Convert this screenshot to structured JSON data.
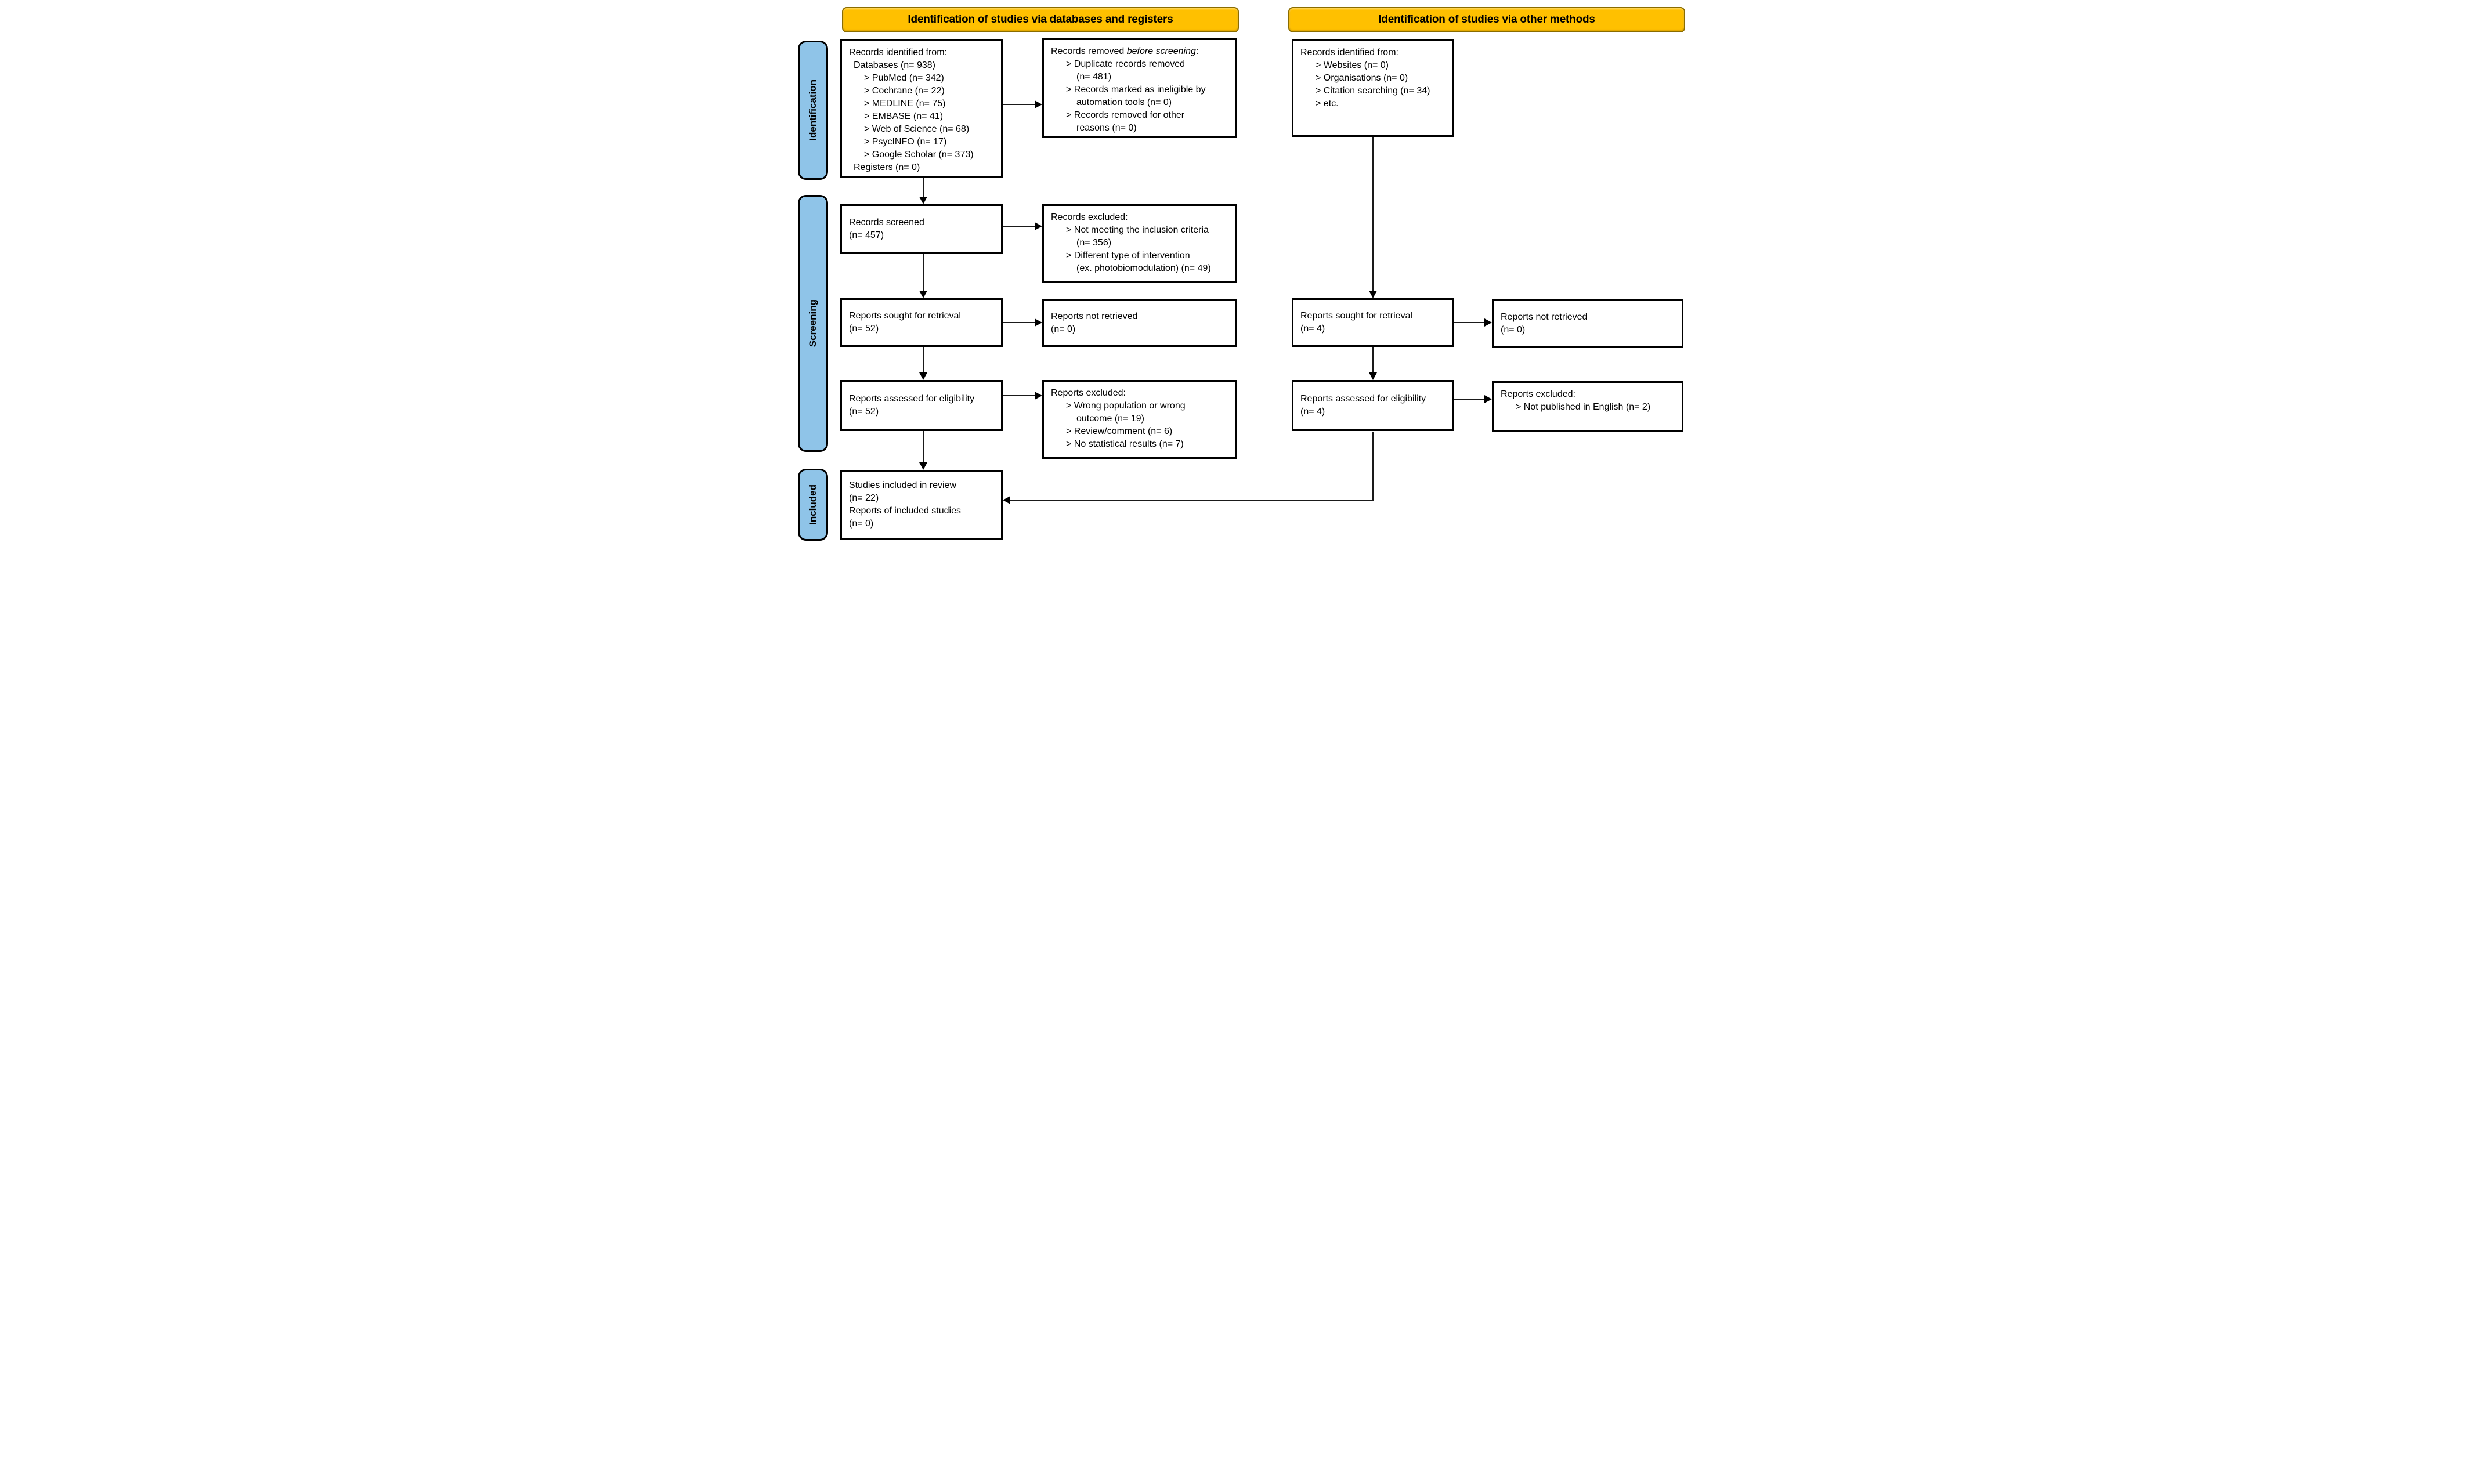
{
  "headers": {
    "left": "Identification of studies via databases and registers",
    "right": "Identification of studies via other methods"
  },
  "stages": {
    "identification": "Identification",
    "screening": "Screening",
    "included": "Included"
  },
  "colors": {
    "header_bg": "#FFC000",
    "header_border": "#8a6c00",
    "stage_bg": "#8FC4E8",
    "box_border": "#000000",
    "arrow": "#1a1a1a"
  },
  "boxes": {
    "db_identified": {
      "lines": [
        {
          "text": "Records identified from:",
          "indent": 0
        },
        {
          "text": "Databases (n= 938)",
          "indent": 1
        },
        {
          "text": "> PubMed (n= 342)",
          "indent": 2
        },
        {
          "text": "> Cochrane (n= 22)",
          "indent": 2
        },
        {
          "text": "> MEDLINE (n= 75)",
          "indent": 2
        },
        {
          "text": "> EMBASE (n= 41)",
          "indent": 2
        },
        {
          "text": "> Web of Science (n= 68)",
          "indent": 2
        },
        {
          "text": "> PsycINFO (n= 17)",
          "indent": 2
        },
        {
          "text": "> Google Scholar (n= 373)",
          "indent": 2
        },
        {
          "text": "Registers (n= 0)",
          "indent": 1
        }
      ]
    },
    "removed_before_screening": {
      "lines": [
        {
          "text": "Records removed before screening:",
          "italic": "before screening",
          "indent": 0
        },
        {
          "text": "> Duplicate records removed",
          "indent": 2
        },
        {
          "text": "(n= 481)",
          "indent": 3
        },
        {
          "text": "> Records marked as ineligible by",
          "indent": 2
        },
        {
          "text": "automation tools (n= 0)",
          "indent": 3
        },
        {
          "text": "> Records removed for other",
          "indent": 2
        },
        {
          "text": "reasons (n= 0)",
          "indent": 3
        }
      ]
    },
    "other_identified": {
      "lines": [
        {
          "text": "Records identified from:",
          "indent": 0
        },
        {
          "text": "> Websites (n= 0)",
          "indent": 2
        },
        {
          "text": "> Organisations (n= 0)",
          "indent": 2
        },
        {
          "text": "> Citation searching (n= 34)",
          "indent": 2
        },
        {
          "text": "> etc.",
          "indent": 2
        }
      ]
    },
    "records_screened": {
      "lines": [
        {
          "text": "Records screened",
          "indent": 0
        },
        {
          "text": "(n= 457)",
          "indent": 0
        }
      ]
    },
    "records_excluded": {
      "lines": [
        {
          "text": "Records excluded:",
          "indent": 0
        },
        {
          "text": "> Not meeting the inclusion criteria",
          "indent": 2
        },
        {
          "text": "(n= 356)",
          "indent": 3
        },
        {
          "text": "> Different type of intervention",
          "indent": 2
        },
        {
          "text": "(ex. photobiomodulation) (n= 49)",
          "indent": 3
        }
      ]
    },
    "reports_sought_db": {
      "lines": [
        {
          "text": "Reports sought for retrieval",
          "indent": 0
        },
        {
          "text": "(n= 52)",
          "indent": 0
        }
      ]
    },
    "reports_not_retrieved_db": {
      "lines": [
        {
          "text": "Reports not retrieved",
          "indent": 0
        },
        {
          "text": "(n= 0)",
          "indent": 0
        }
      ]
    },
    "reports_sought_other": {
      "lines": [
        {
          "text": "Reports sought for retrieval",
          "indent": 0
        },
        {
          "text": "(n= 4)",
          "indent": 0
        }
      ]
    },
    "reports_not_retrieved_other": {
      "lines": [
        {
          "text": "Reports not retrieved",
          "indent": 0
        },
        {
          "text": "(n= 0)",
          "indent": 0
        }
      ]
    },
    "reports_assessed_db": {
      "lines": [
        {
          "text": "Reports assessed for eligibility",
          "indent": 0
        },
        {
          "text": "(n= 52)",
          "indent": 0
        }
      ]
    },
    "reports_excluded_db": {
      "lines": [
        {
          "text": "Reports excluded:",
          "indent": 0
        },
        {
          "text": "> Wrong population or wrong",
          "indent": 2
        },
        {
          "text": "outcome (n= 19)",
          "indent": 3
        },
        {
          "text": "> Review/comment (n= 6)",
          "indent": 2
        },
        {
          "text": "> No statistical results (n= 7)",
          "indent": 2
        }
      ]
    },
    "reports_assessed_other": {
      "lines": [
        {
          "text": "Reports assessed for eligibility",
          "indent": 0
        },
        {
          "text": "(n= 4)",
          "indent": 0
        }
      ]
    },
    "reports_excluded_other": {
      "lines": [
        {
          "text": "Reports excluded:",
          "indent": 0
        },
        {
          "text": "> Not published in English (n= 2)",
          "indent": 2
        }
      ]
    },
    "included_studies": {
      "lines": [
        {
          "text": "Studies included in review",
          "indent": 0
        },
        {
          "text": "(n= 22)",
          "indent": 0
        },
        {
          "text": "Reports of included studies",
          "indent": 0
        },
        {
          "text": "(n= 0)",
          "indent": 0
        }
      ]
    }
  }
}
